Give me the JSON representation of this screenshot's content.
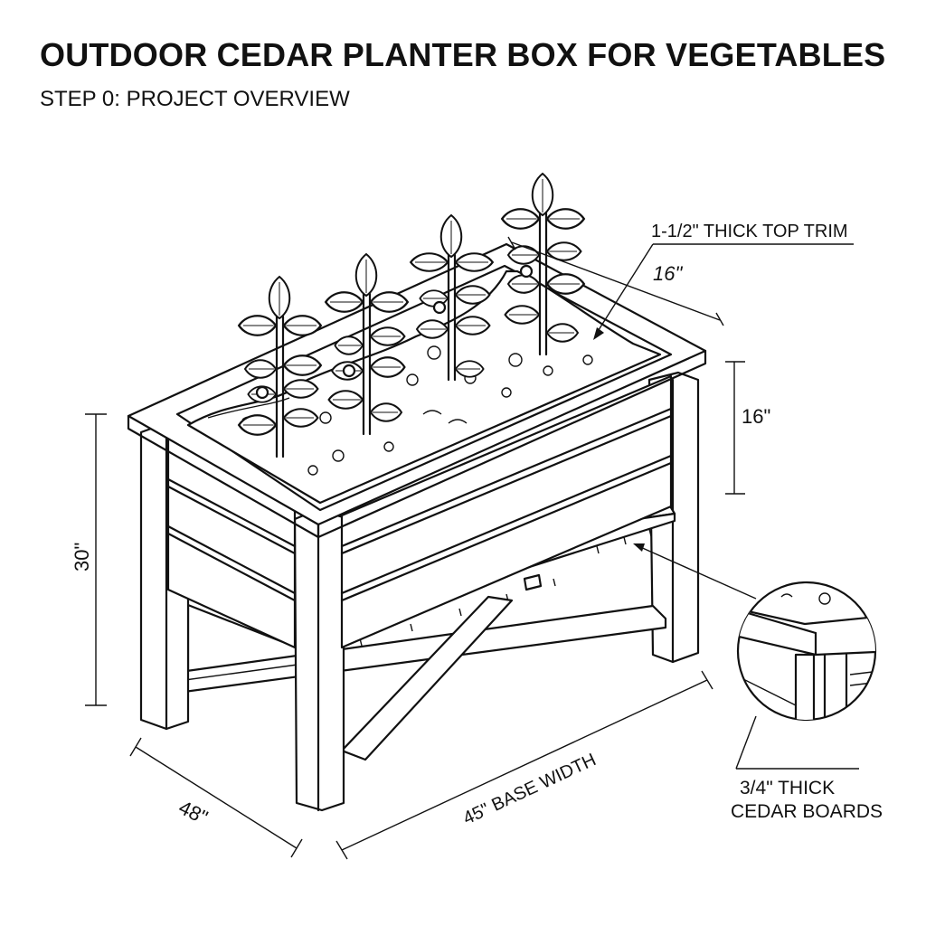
{
  "header": {
    "title": "OUTDOOR CEDAR PLANTER BOX FOR VEGETABLES",
    "subtitle": "STEP 0: PROJECT OVERVIEW"
  },
  "diagram": {
    "labels": {
      "top_trim": "1-1/2\" THICK TOP TRIM",
      "depth": "16\"",
      "box_height": "16\"",
      "total_height": "30\"",
      "length": "48\"",
      "base_width": "45\" BASE WIDTH",
      "boards_line1": "3/4\" THICK",
      "boards_line2": "CEDAR BOARDS"
    }
  }
}
